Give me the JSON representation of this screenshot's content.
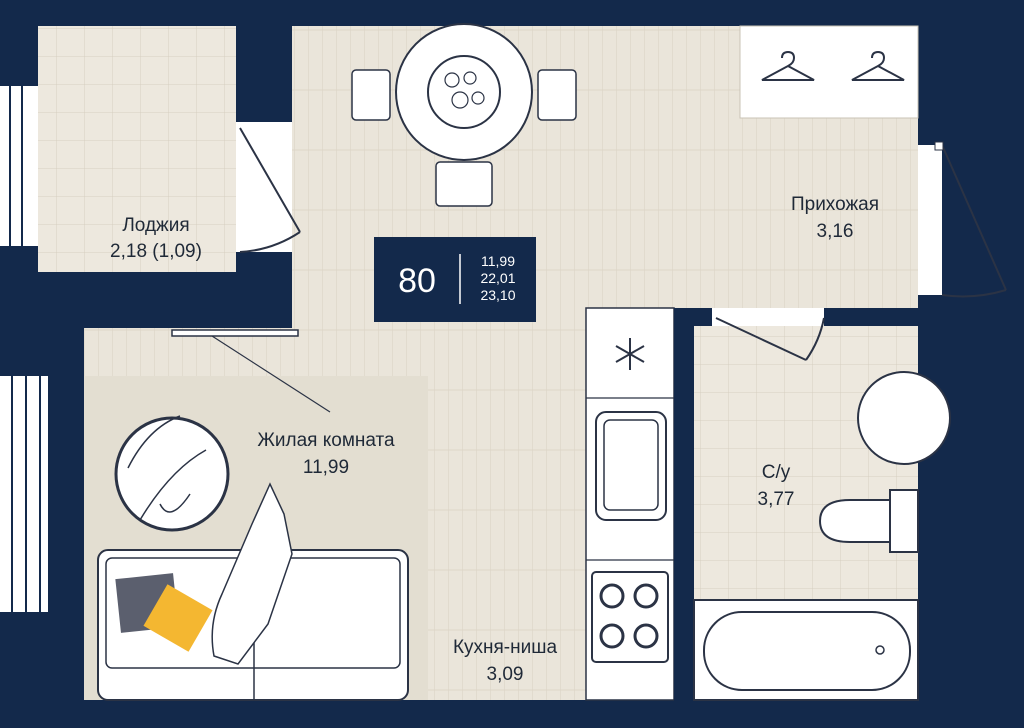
{
  "colors": {
    "wall": "#13294b",
    "floor_wood": "#e8e2d6",
    "floor_tile": "#ece7dd",
    "room_fill": "#e3ded1",
    "furniture_line": "#2b3345",
    "badge_bg": "#13294b",
    "pillow_gray": "#5b5f6e",
    "pillow_yellow": "#f4b731"
  },
  "badge": {
    "number": "80",
    "areas": [
      "11,99",
      "22,01",
      "23,10"
    ]
  },
  "rooms": {
    "loggia": {
      "name": "Лоджия",
      "area": "2,18 (1,09)"
    },
    "hallway": {
      "name": "Прихожая",
      "area": "3,16"
    },
    "living": {
      "name": "Жилая комната",
      "area": "11,99"
    },
    "bathroom": {
      "name": "С/у",
      "area": "3,77"
    },
    "kitchen": {
      "name": "Кухня-ниша",
      "area": "3,09"
    }
  },
  "icons": {
    "freezer": "snowflake-icon",
    "hangers": "hanger-icon"
  }
}
